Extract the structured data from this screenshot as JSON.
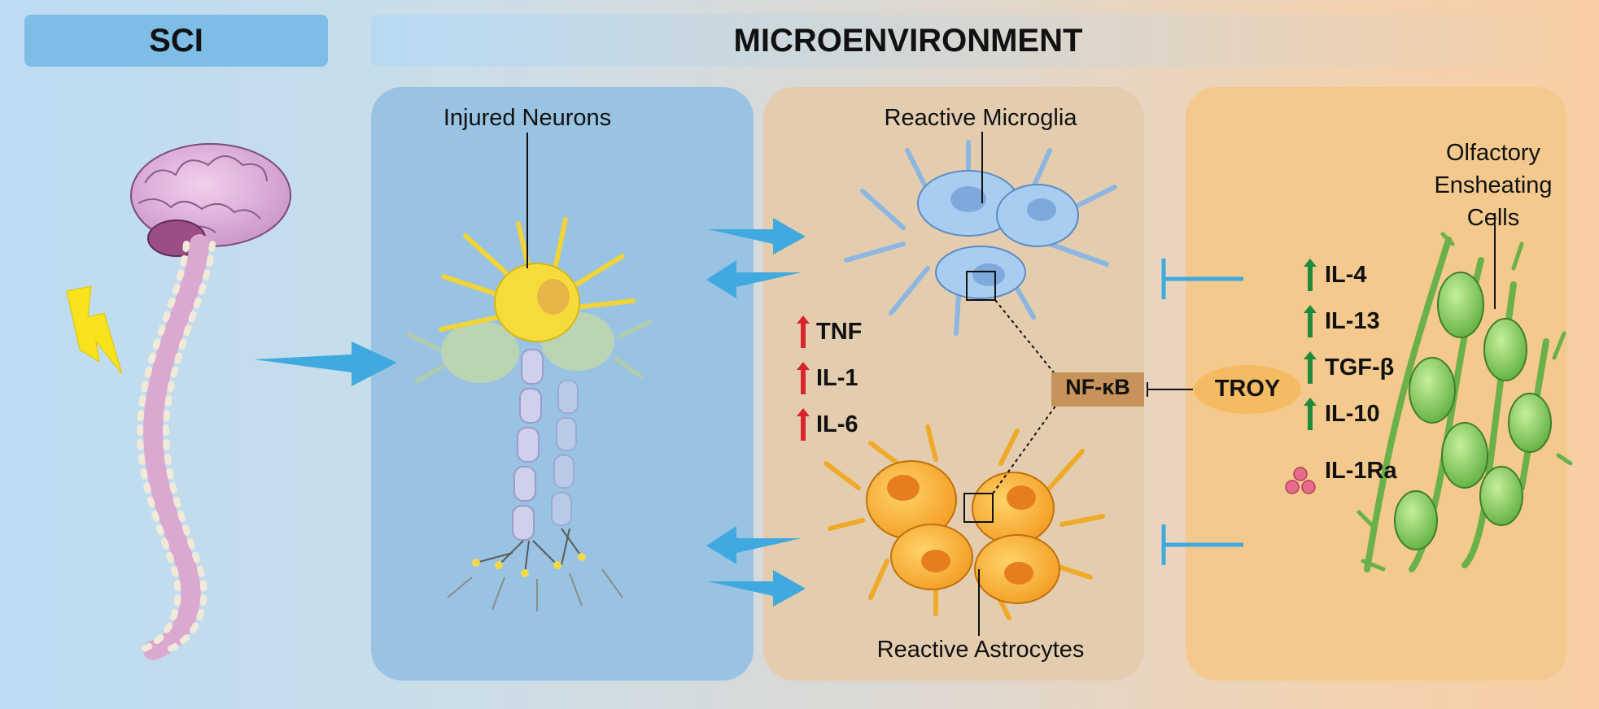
{
  "headers": {
    "sci": "SCI",
    "microenvironment": "MICROENVIRONMENT"
  },
  "labels": {
    "injured_neurons": "Injured Neurons",
    "reactive_microglia": "Reactive Microglia",
    "reactive_astrocytes": "Reactive Astrocytes",
    "olfactory_line1": "Olfactory",
    "olfactory_line2": "Ensheating",
    "olfactory_line3": "Cells"
  },
  "pro_inflammatory": [
    "TNF",
    "IL-1",
    "IL-6"
  ],
  "anti_inflammatory": [
    "IL-4",
    "IL-13",
    "TGF-β",
    "IL-10"
  ],
  "antagonist": "IL-1Ra",
  "nfkb": "NF-κB",
  "troy": "TROY",
  "colors": {
    "arrow_blue": "#3fa9e0",
    "up_red": "#d9242b",
    "up_green": "#1f8a3a",
    "neuron_panel": "#99c3e2",
    "microglia_panel": "#e3cdae",
    "oec_panel": "#f3c98d",
    "nfkb_box": "#c8935a",
    "troy_ellipse": "#f5bb63"
  }
}
